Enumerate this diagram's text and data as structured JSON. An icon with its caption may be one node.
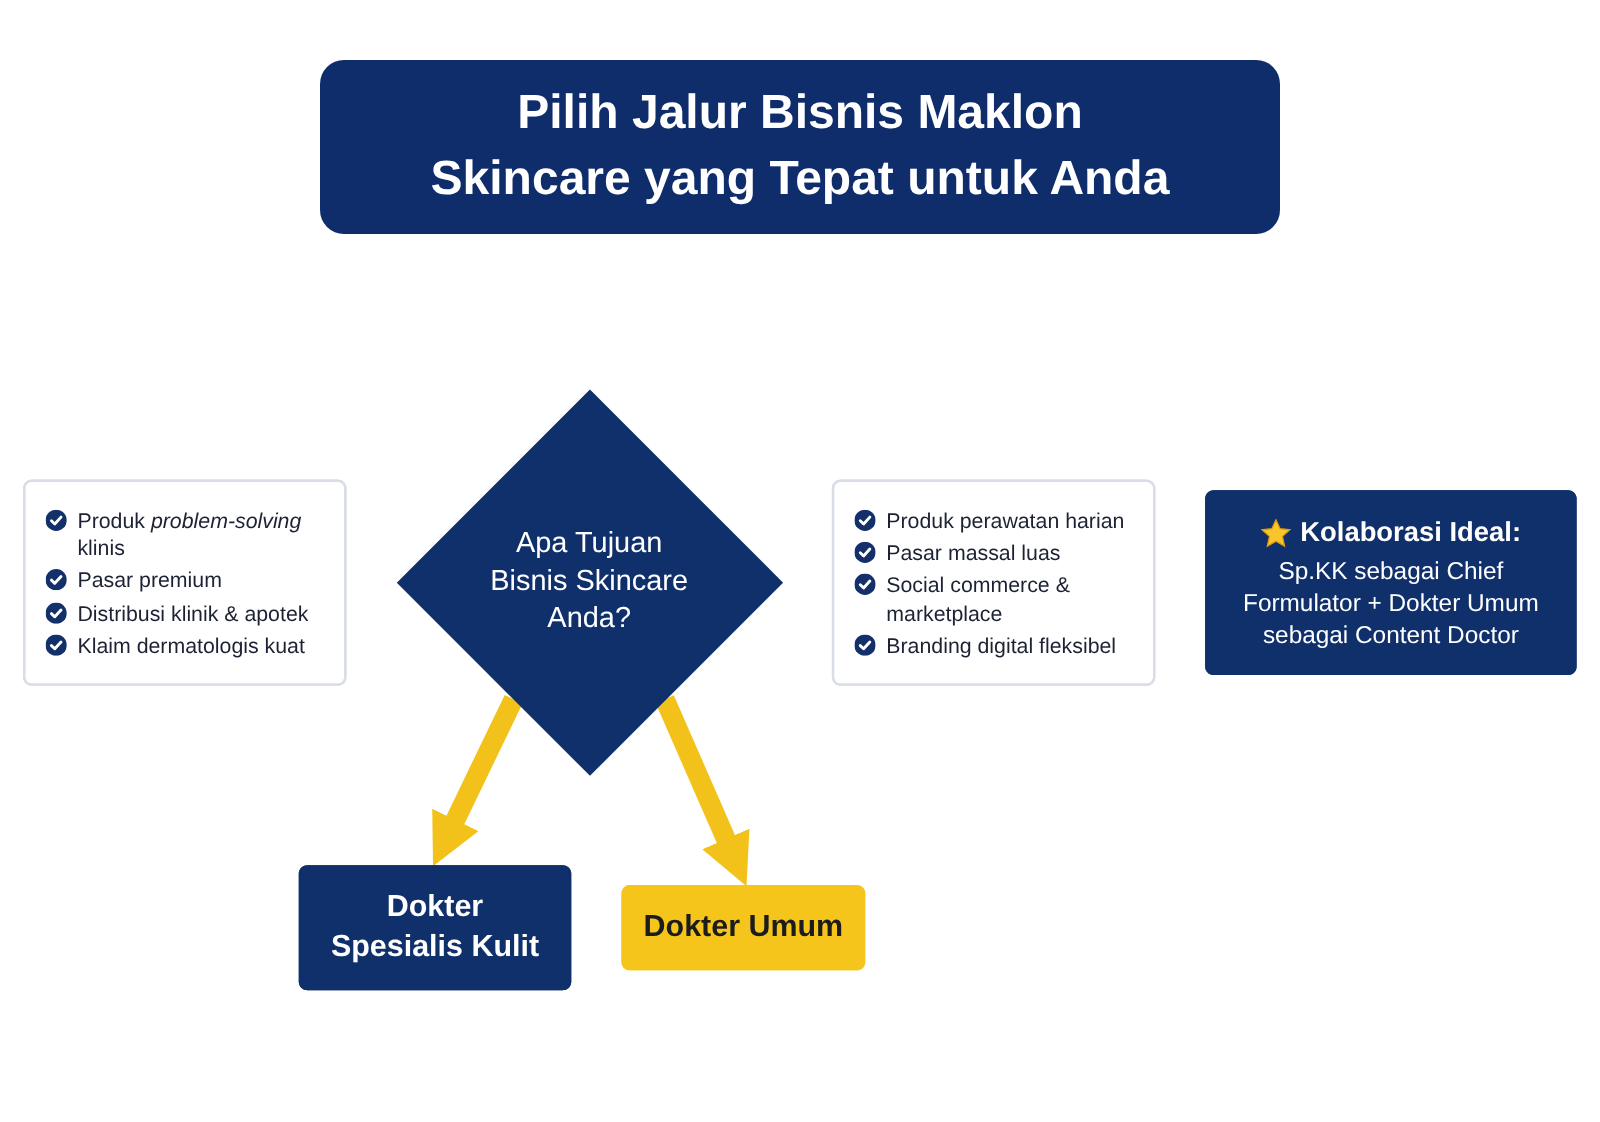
{
  "diagram": {
    "title": "Pilih Jalur Bisnis Maklon Skincare yang Tepat untuk Anda",
    "nodes": [
      {
        "text": [
          "Apa Tujuan Bisnis Skincare Anda?"
        ]
      },
      {
        "text": [
          "Dokter Spesialis Kulit"
        ]
      },
      {
        "text": [
          "Dokter Umum"
        ]
      },
      {
        "text": [
          "Produk *problem-solving* klinis",
          "Pasar premium",
          "Distribusi klinik & apotek",
          "Klaim dermatologis kuat"
        ]
      },
      {
        "text": [
          "Produk perawatan harian",
          "Pasar massal luas",
          "Social commerce & marketplace",
          "Branding digital fleksibel"
        ]
      },
      {
        "text": [
          "Kolaborasi Ideal:",
          "Sp.KK sebagai Chief Formulator + Dokter Umum sebagai Content Doctor"
        ]
      }
    ],
    "edges": [
      {
        "from": 0,
        "to": 1,
        "arrow": "to"
      },
      {
        "from": 0,
        "to": 2,
        "arrow": "to"
      }
    ]
  }
}
